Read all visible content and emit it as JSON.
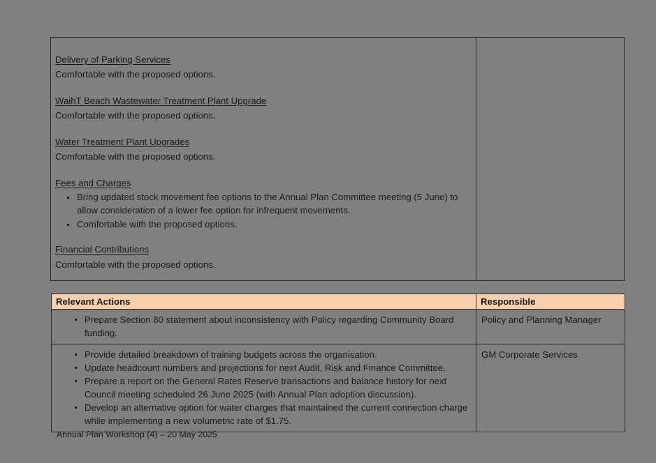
{
  "document": {
    "discussion": {
      "sections": [
        {
          "heading": "Delivery of Parking Services",
          "body": "Comfortable with the proposed options."
        },
        {
          "heading": "WaihT Beach Wastewater Treatment Plant Upgrade",
          "body": "Comfortable with the proposed options."
        },
        {
          "heading": "Water Treatment Plant Upgrades",
          "body": "Comfortable with the proposed options."
        },
        {
          "heading": "Fees and Charges",
          "bullets": [
            "Bring updated stock movement fee options to the Annual Plan Committee meeting (5 June) to allow consideration of a lower fee option for infrequent movements.",
            "Comfortable with the proposed options."
          ]
        },
        {
          "heading": "Financial Contributions",
          "body": "Comfortable with the proposed options."
        }
      ]
    },
    "actions_table": {
      "headers": {
        "actions": "Relevant Actions",
        "responsible": "Responsible"
      },
      "rows": [
        {
          "actions": [
            "Prepare Section 80 statement about inconsistency with Policy regarding Community Board funding."
          ],
          "responsible": "Policy and Planning Manager"
        },
        {
          "actions": [
            "Provide detailed breakdown of training budgets across the organisation.",
            "Update headcount numbers and projections for next Audit, Risk and Finance Committee.",
            "Prepare a report on the General Rates Reserve transactions and balance history for next Council meeting scheduled 26 June 2025 (with Annual Plan adoption discussion).",
            "Develop an alternative option for water charges that maintained the current connection charge while implementing a new volumetric rate of $1.75."
          ],
          "responsible": "GM Corporate Services"
        }
      ]
    },
    "footer": "Annual Plan Workshop (4) – 20 May 2025"
  },
  "colors": {
    "page_background": "#808080",
    "table_header_background": "#F8D0AE",
    "border": "#2B2B2B",
    "text": "#1A1A1A"
  }
}
